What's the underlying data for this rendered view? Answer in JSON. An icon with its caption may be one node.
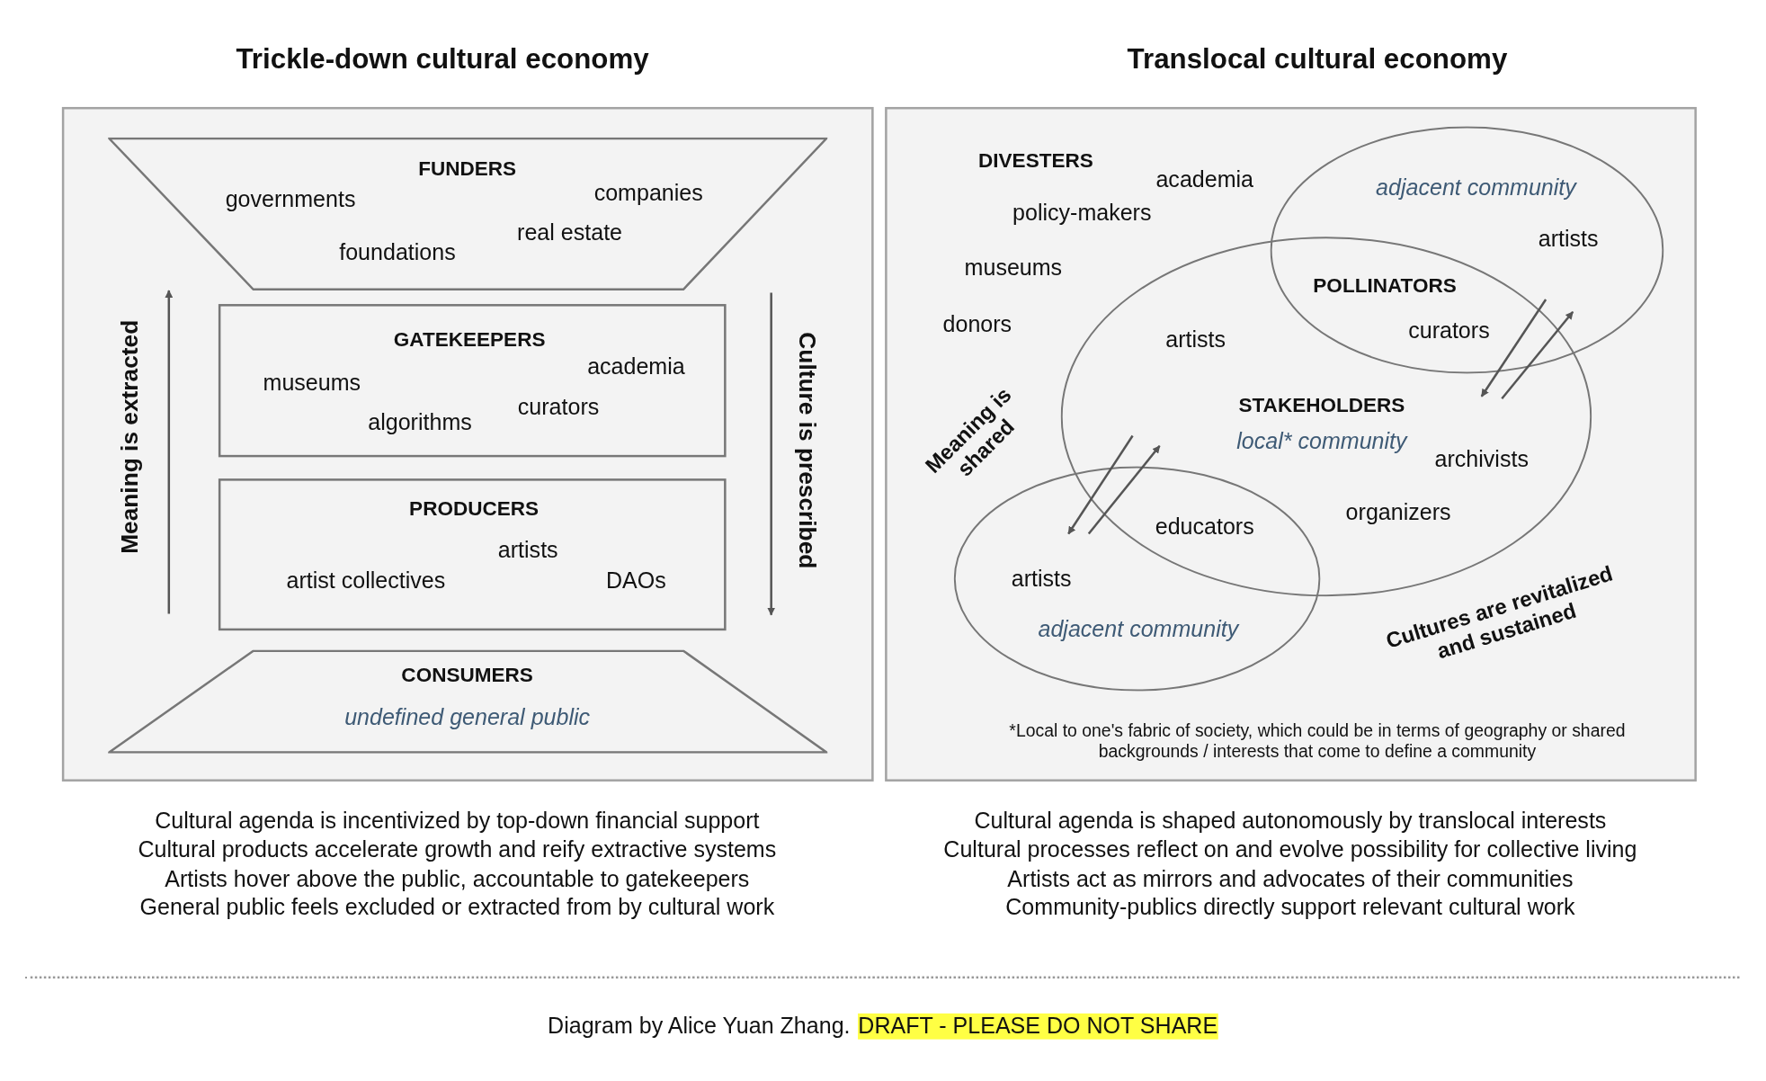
{
  "diagram": {
    "caption": "Diagram by Alice Yuan Zhang.",
    "nodes": [
      {
        "text": [
          "Trickle-down cultural economy"
        ]
      },
      {
        "text": [
          "FUNDERS",
          "governments",
          "companies",
          "foundations",
          "real estate"
        ],
        "in": 0
      },
      {
        "text": [
          "GATEKEEPERS",
          "museums",
          "academia",
          "algorithms",
          "curators"
        ],
        "in": 0
      },
      {
        "text": [
          "PRODUCERS",
          "artist collectives",
          "artists",
          "DAOs"
        ],
        "in": 0
      },
      {
        "text": [
          "CONSUMERS",
          "undefined general public"
        ],
        "in": 0
      },
      {
        "text": [
          "Translocal cultural economy"
        ]
      },
      {
        "text": [
          "adjacent community",
          "artists"
        ],
        "in": 5
      },
      {
        "text": [
          "STAKEHOLDERS",
          "local* community",
          "artists",
          "archivists",
          "organizers"
        ],
        "in": 5
      },
      {
        "text": [
          "artists",
          "adjacent community"
        ],
        "in": 5
      }
    ],
    "edges": [
      {
        "from": 6,
        "to": 7,
        "arrow": "to"
      },
      {
        "from": 7,
        "to": 6,
        "arrow": "to"
      },
      {
        "from": 7,
        "to": 8,
        "arrow": "to"
      },
      {
        "from": 8,
        "to": 7,
        "arrow": "to"
      }
    ],
    "labels": [
      "Meaning is extracted",
      "Culture is prescribed",
      "DIVESTERS",
      "academia",
      "policy-makers",
      "museums",
      "donors",
      "POLLINATORS",
      "curators",
      "Meaning is shared",
      "educators",
      "Cultures are revitalized and sustained",
      "*Local to one's fabric of society, which could be in terms of geography or shared backgrounds / interests that come to define a community",
      "Cultural agenda is incentivized by top-down financial support",
      "Cultural products accelerate growth and reify extractive systems",
      "Artists hover above the public, accountable to gatekeepers",
      "General public feels excluded or extracted from by cultural work",
      "Cultural agenda is shaped autonomously by translocal interests",
      "Cultural processes reflect on and evolve possibility for collective living",
      "Artists act as mirrors and advocates of their communities",
      "Community-publics directly support relevant cultural work",
      "DRAFT - PLEASE DO NOT SHARE"
    ]
  }
}
